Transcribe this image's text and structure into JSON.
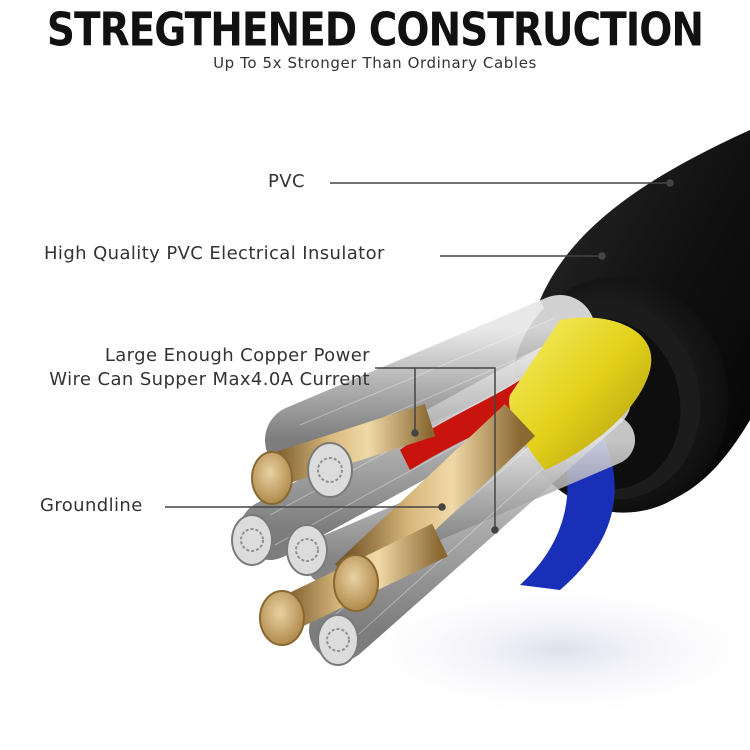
{
  "title": "STREGTHENED CONSTRUCTION",
  "subtitle": "Up To 5x Stronger Than Ordinary Cables",
  "labels": {
    "pvc": "PVC",
    "insulator": "High Quality PVC Electrical Insulator",
    "copper_line1": "Large Enough Copper Power",
    "copper_line2": "Wire Can Supper Max4.0A Current",
    "groundline": "Groundline"
  },
  "colors": {
    "jacket": "#141414",
    "insulator_yellow": "#e8d81f",
    "insulator_red": "#c8140c",
    "insulator_blue": "#1a2fb8",
    "copper": "#c9a66b",
    "strand_silver": "#b9b9b9"
  }
}
